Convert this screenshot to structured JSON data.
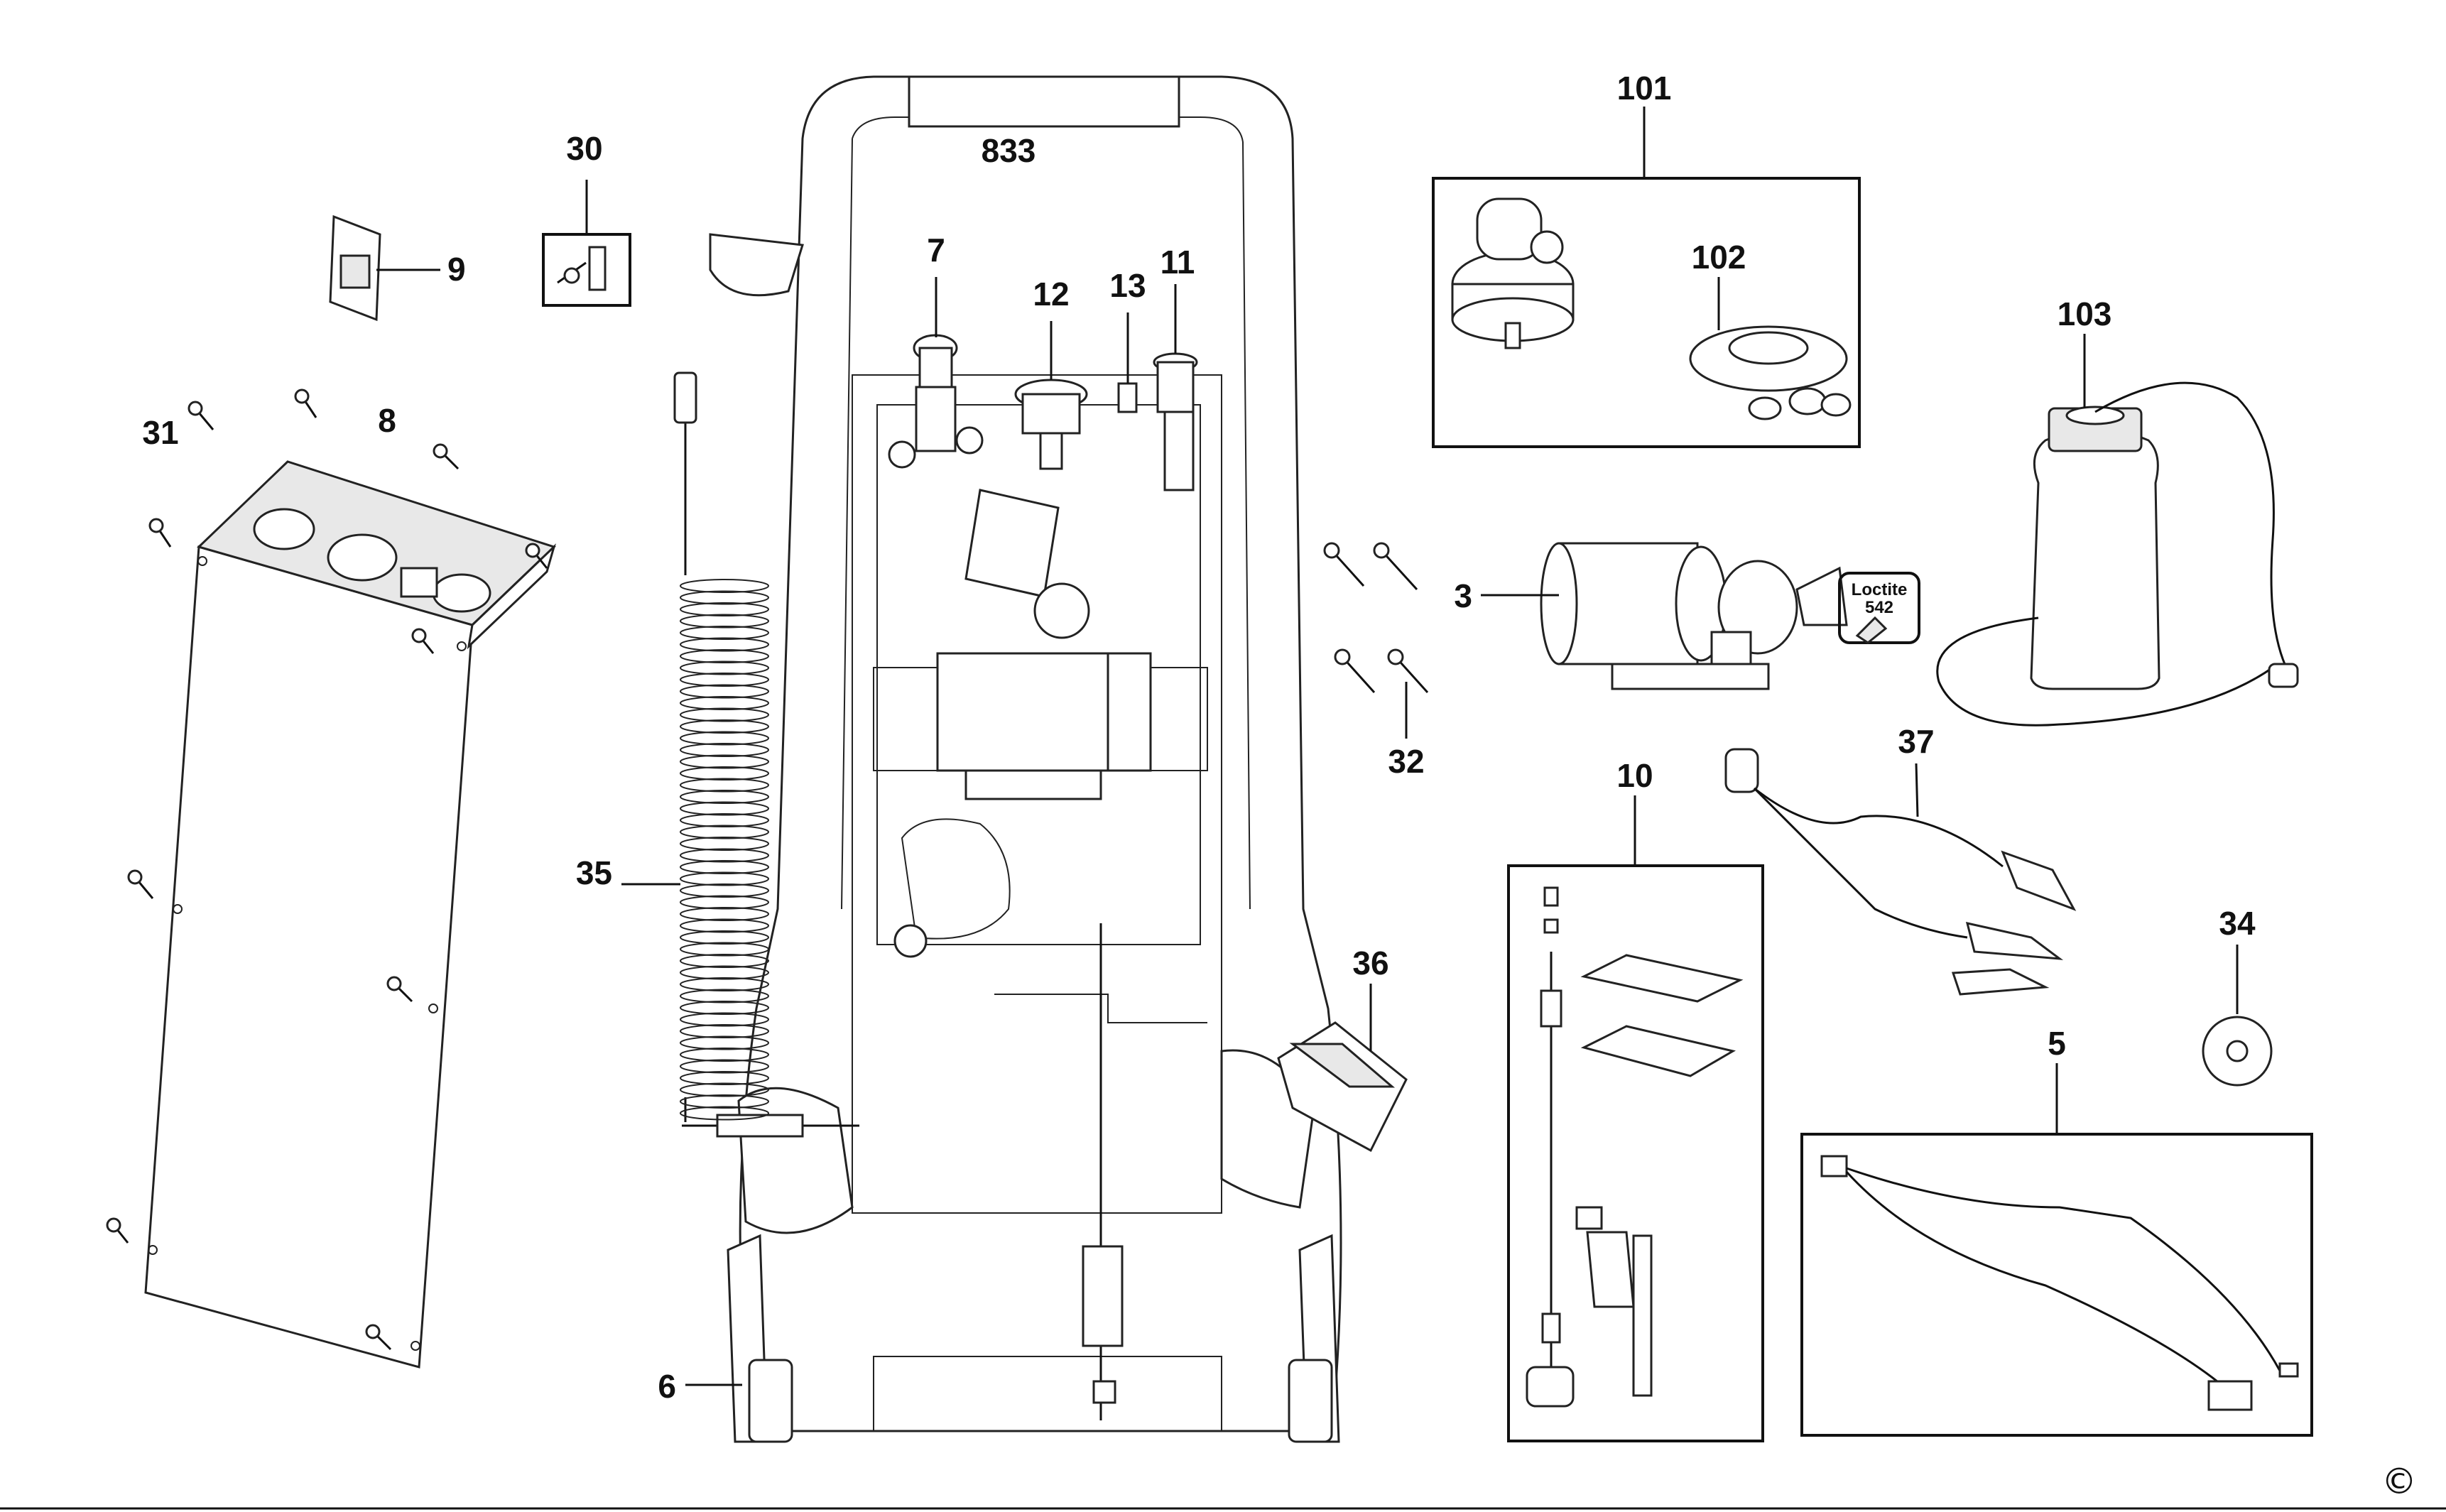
{
  "labels": {
    "p101": "101",
    "p102": "102",
    "p103": "103",
    "p3": "3",
    "p10": "10",
    "p37": "37",
    "p34": "34",
    "p5": "5",
    "p32": "32",
    "p36": "36",
    "p35": "35",
    "p6": "6",
    "p8": "8",
    "p31": "31",
    "p9": "9",
    "p30": "30",
    "p833": "833",
    "p7": "7",
    "p12": "12",
    "p13": "13",
    "p11": "11"
  },
  "loctite": {
    "line1": "Loctite",
    "line2": "542"
  },
  "copyright": "©"
}
